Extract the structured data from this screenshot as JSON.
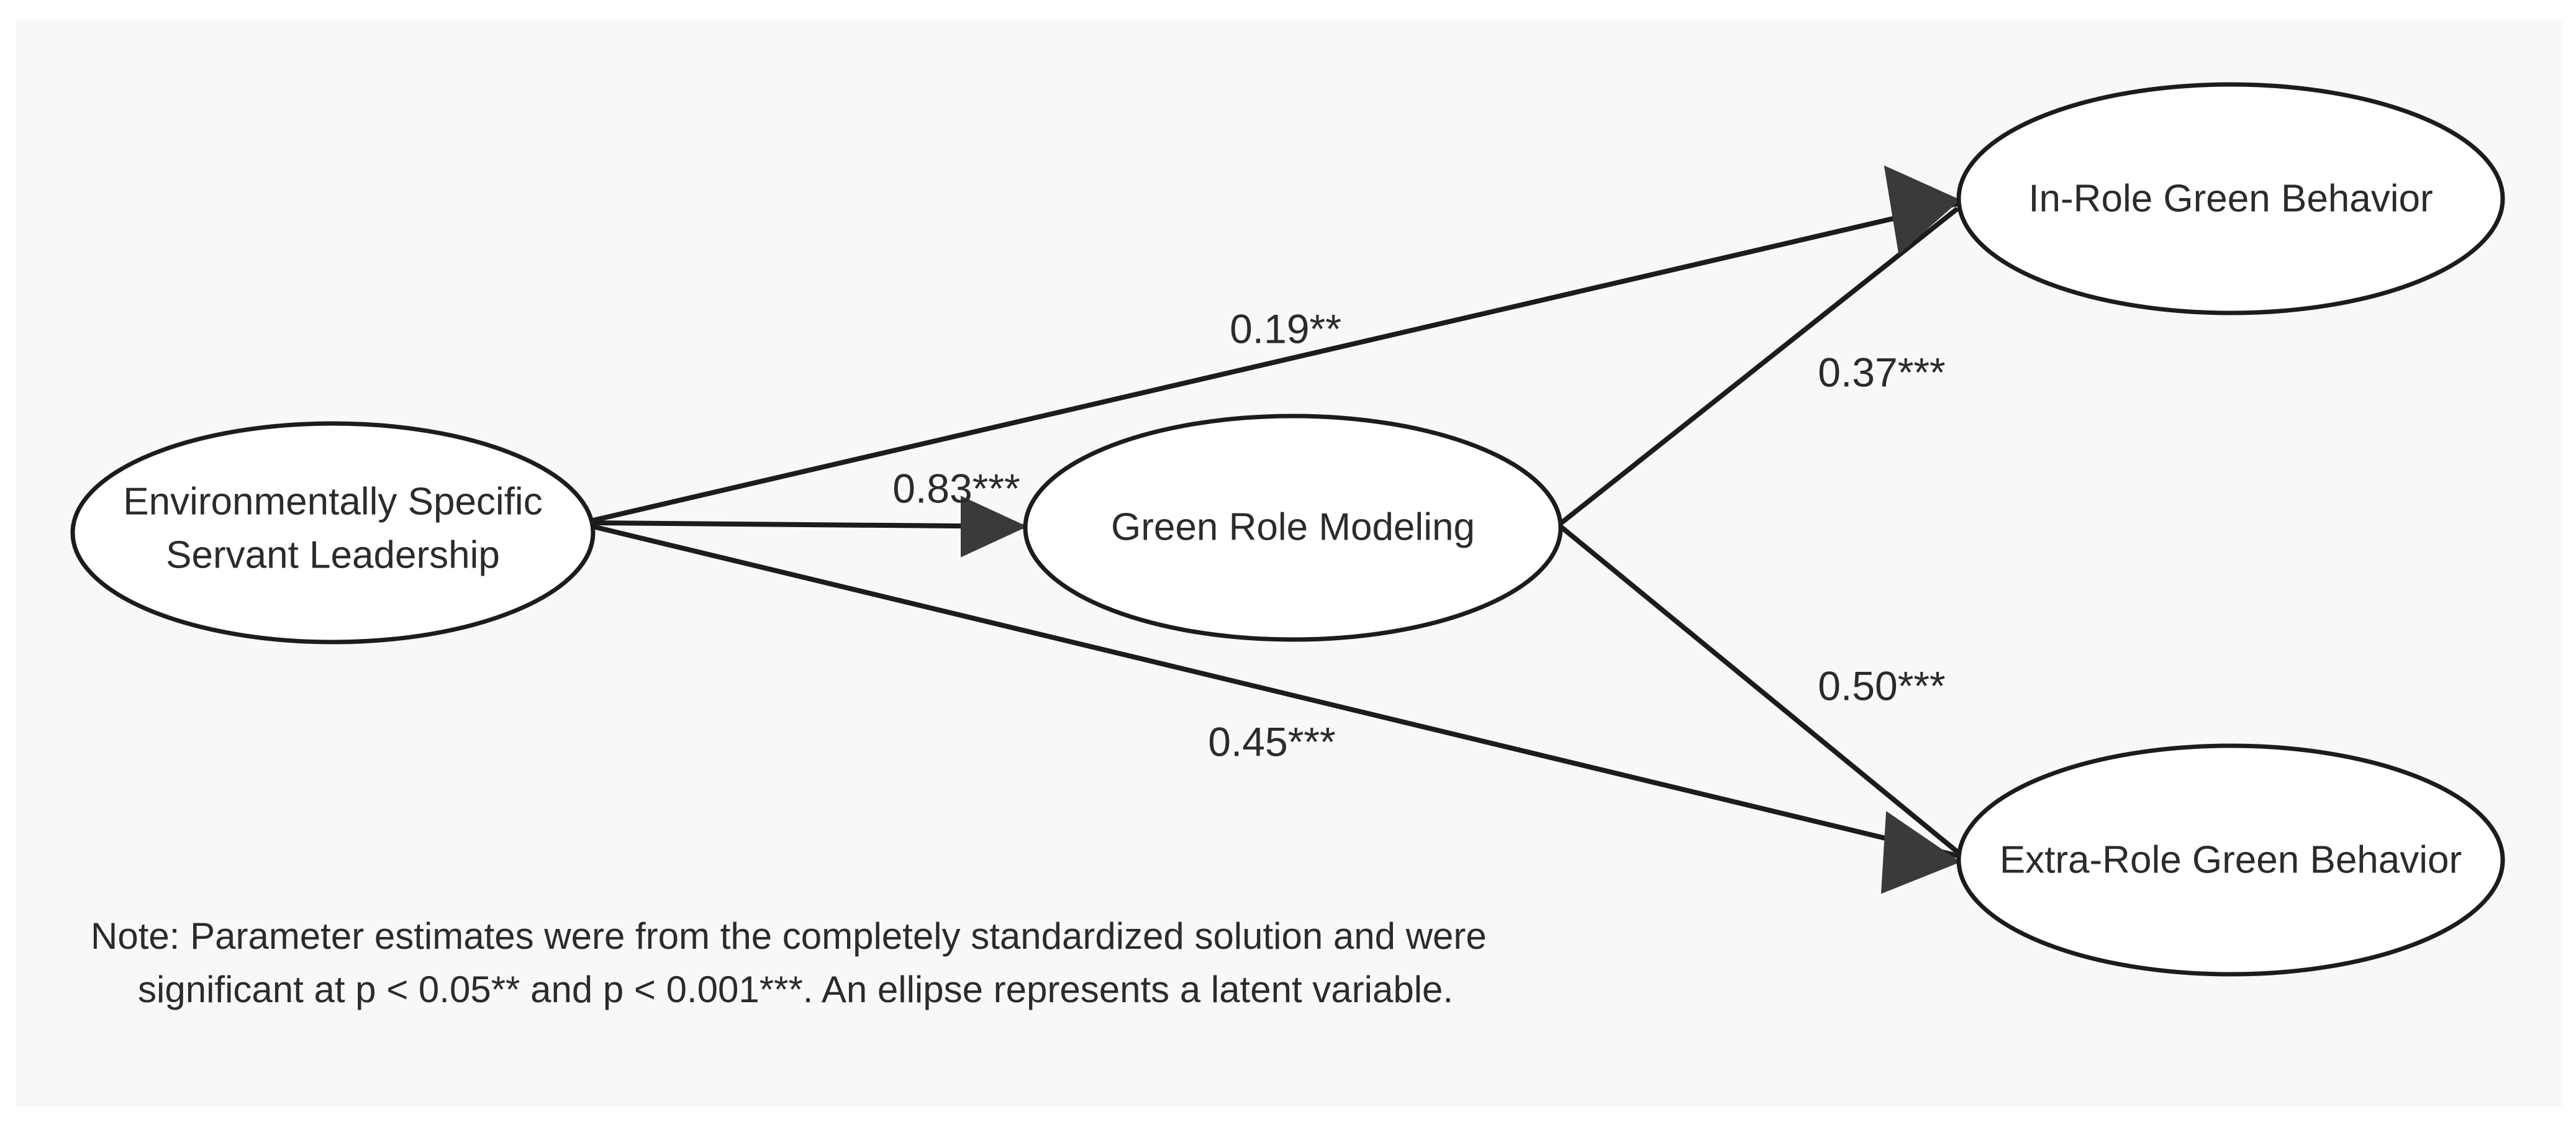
{
  "figure": {
    "type": "structural-equation-model-path-diagram",
    "background_color": "#f8f8f8",
    "outer_color": "#ffffff",
    "line_color": "#1c1c1c",
    "text_color": "#2b2b2b"
  },
  "nodes": [
    {
      "id": "esl",
      "label_line1": "Environmentally Specific",
      "label_line2": "Servant Leadership",
      "role": "exogenous-latent-variable"
    },
    {
      "id": "grm",
      "label_line1": "Green Role Modeling",
      "label_line2": "",
      "role": "mediator-latent-variable"
    },
    {
      "id": "irgb",
      "label_line1": "In-Role Green Behavior",
      "label_line2": "",
      "role": "outcome-latent-variable"
    },
    {
      "id": "ergb",
      "label_line1": "Extra-Role Green Behavior",
      "label_line2": "",
      "role": "outcome-latent-variable"
    }
  ],
  "paths": [
    {
      "id": "esl-to-irgb",
      "from": "esl",
      "to": "irgb",
      "coefficient": "0.19**",
      "value": 0.19,
      "stars": 2
    },
    {
      "id": "esl-to-grm",
      "from": "esl",
      "to": "grm",
      "coefficient": "0.83***",
      "value": 0.83,
      "stars": 3
    },
    {
      "id": "esl-to-ergb",
      "from": "esl",
      "to": "ergb",
      "coefficient": "0.45***",
      "value": 0.45,
      "stars": 3
    },
    {
      "id": "grm-to-irgb",
      "from": "grm",
      "to": "irgb",
      "coefficient": "0.37***",
      "value": 0.37,
      "stars": 3
    },
    {
      "id": "grm-to-ergb",
      "from": "grm",
      "to": "ergb",
      "coefficient": "0.50***",
      "value": 0.5,
      "stars": 3
    }
  ],
  "note": {
    "line1": "Note: Parameter estimates were from the completely standardized solution and were",
    "line2": "significant at p < 0.05** and p < 0.001***. An ellipse represents a latent variable."
  }
}
